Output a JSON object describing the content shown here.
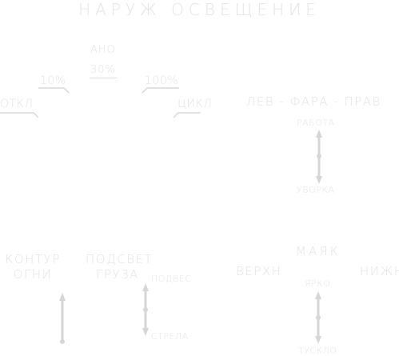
{
  "panel": {
    "title": "НАРУЖ ОСВЕЩЕНИЕ"
  },
  "rotary_knob": {
    "positions": {
      "off": "ОТКЛ",
      "ten": "10%",
      "ano": "АНО",
      "thirty": "30%",
      "hundred": "100%",
      "cycle": "ЦИКЛ"
    }
  },
  "headlight_switch": {
    "label": "ЛЕВ - ФАРА - ПРАВ",
    "up": "РАБОТА",
    "down": "УБОРКА"
  },
  "contour_lights": {
    "line1": "КОНТУР",
    "line2": "ОГНИ"
  },
  "cargo_light_switch": {
    "line1": "ПОДСВЕТ",
    "line2": "ГРУЗА",
    "up": "ПОДВЕС",
    "down": "СТРЕЛА"
  },
  "beacon_switch": {
    "label": "МАЯК",
    "left": "ВЕРХН",
    "right": "НИЖН",
    "up": "ЯРКО",
    "down": "ТУСКЛО"
  },
  "colors": {
    "label": "#e3e3e3",
    "switch": "#d6d6d6"
  }
}
